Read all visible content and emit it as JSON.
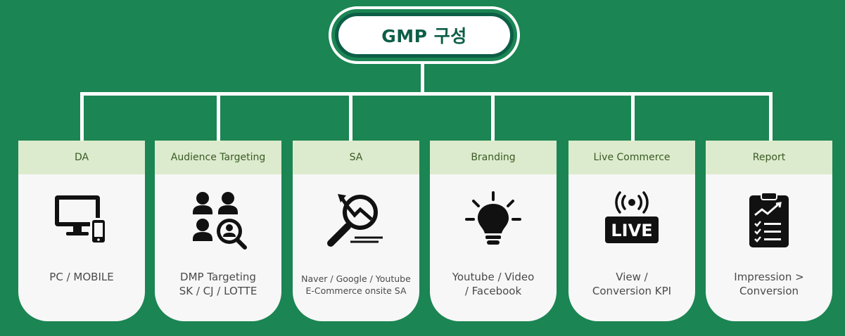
{
  "root": {
    "title": "GMP 구성"
  },
  "cards": [
    {
      "header": "DA",
      "icon": "desktop-mobile-icon",
      "lines": [
        "PC / MOBILE"
      ]
    },
    {
      "header": "Audience Targeting",
      "icon": "audience-search-icon",
      "lines": [
        "DMP Targeting",
        "SK / CJ / LOTTE"
      ]
    },
    {
      "header": "SA",
      "icon": "search-analytics-icon",
      "lines": [
        "Naver / Google / Youtube",
        "E-Commerce onsite SA"
      ]
    },
    {
      "header": "Branding",
      "icon": "lightbulb-icon",
      "lines": [
        "Youtube / Video",
        "/ Facebook"
      ]
    },
    {
      "header": "Live Commerce",
      "icon": "live-broadcast-icon",
      "lines": [
        "View /",
        "Conversion KPI"
      ]
    },
    {
      "header": "Report",
      "icon": "clipboard-report-icon",
      "lines": [
        "Impression >",
        "Conversion"
      ]
    }
  ],
  "colors": {
    "background": "#1b8553",
    "root_border": "#0d5e47",
    "card_header": "#dcebcd",
    "card_body": "#f7f7f7"
  }
}
